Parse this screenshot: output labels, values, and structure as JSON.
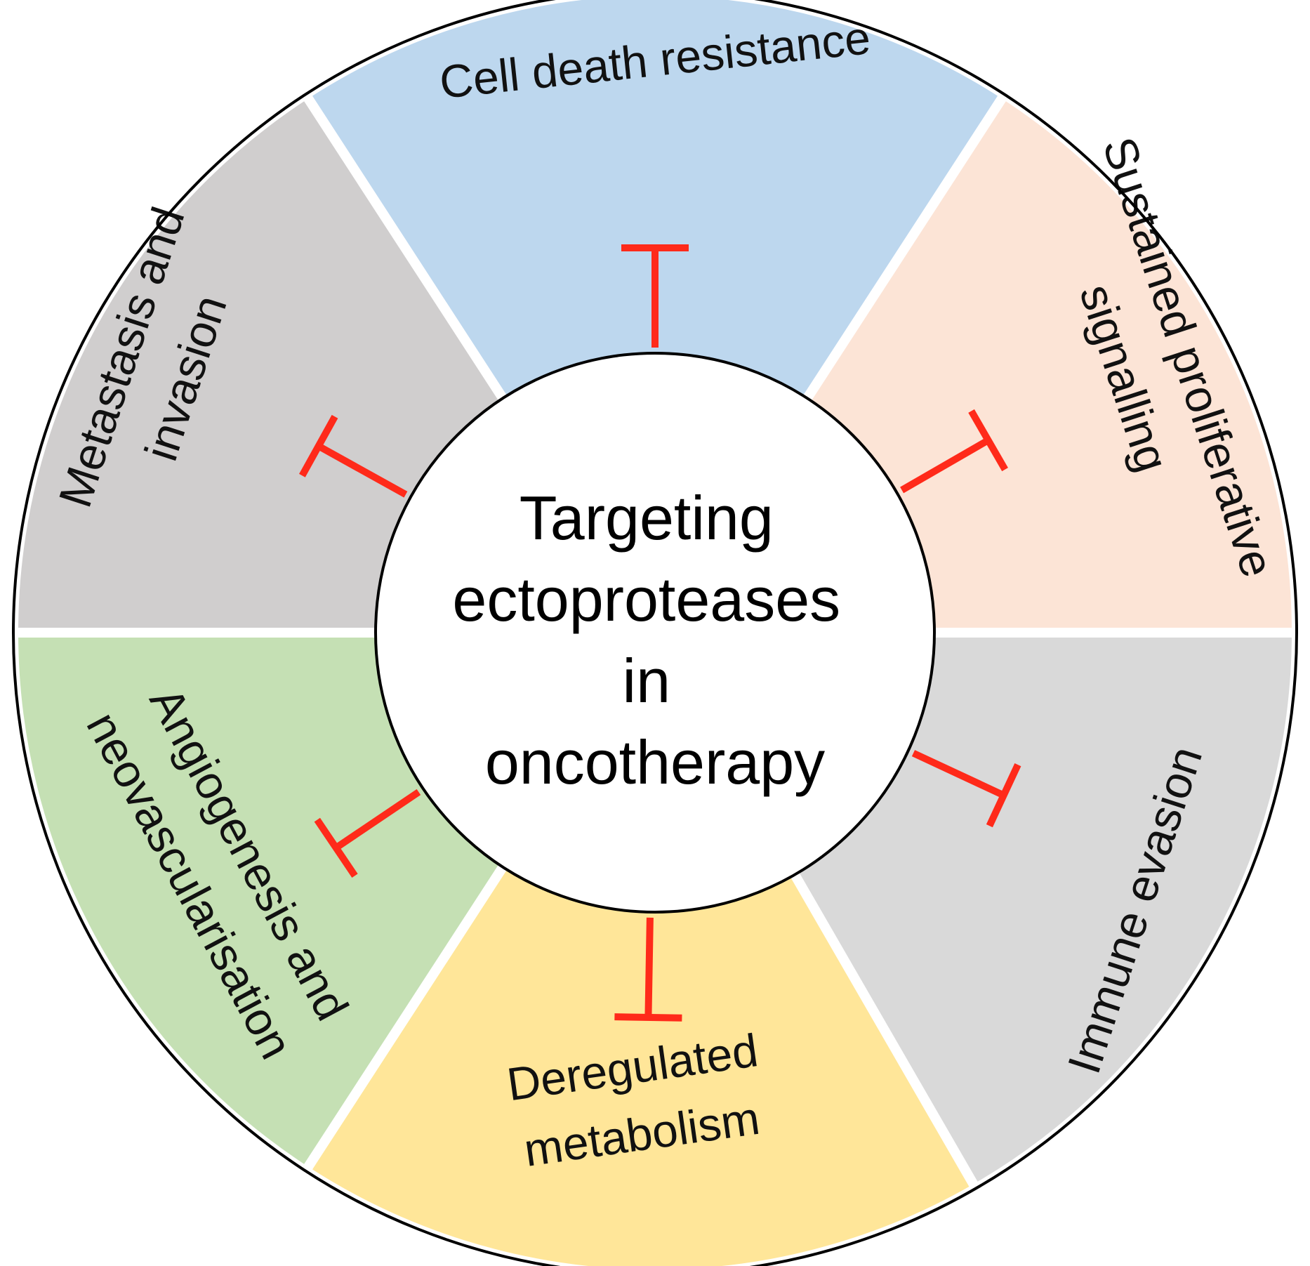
{
  "center": {
    "lines": [
      "Targeting",
      "ectoproteases",
      "in",
      "oncotherapy"
    ]
  },
  "segments": [
    {
      "id": "cell-death",
      "label_lines": [
        "Cell death resistance"
      ],
      "color": "#BDD7EE"
    },
    {
      "id": "sustained-proliferative",
      "label_lines": [
        "Sustained proliferative",
        "signalling"
      ],
      "color": "#FCE4D6"
    },
    {
      "id": "immune-evasion",
      "label_lines": [
        "Immune evasion"
      ],
      "color": "#D9D9D9"
    },
    {
      "id": "deregulated-metabolism",
      "label_lines": [
        "Deregulated",
        "metabolism"
      ],
      "color": "#FFE699"
    },
    {
      "id": "angiogenesis",
      "label_lines": [
        "Angiogenesis and",
        "neovascularisation"
      ],
      "color": "#C5E0B4"
    },
    {
      "id": "metastasis",
      "label_lines": [
        "Metastasis and",
        "invasion"
      ],
      "color": "#D0CECE"
    }
  ],
  "inhibitor_color": "#FF2A1A"
}
